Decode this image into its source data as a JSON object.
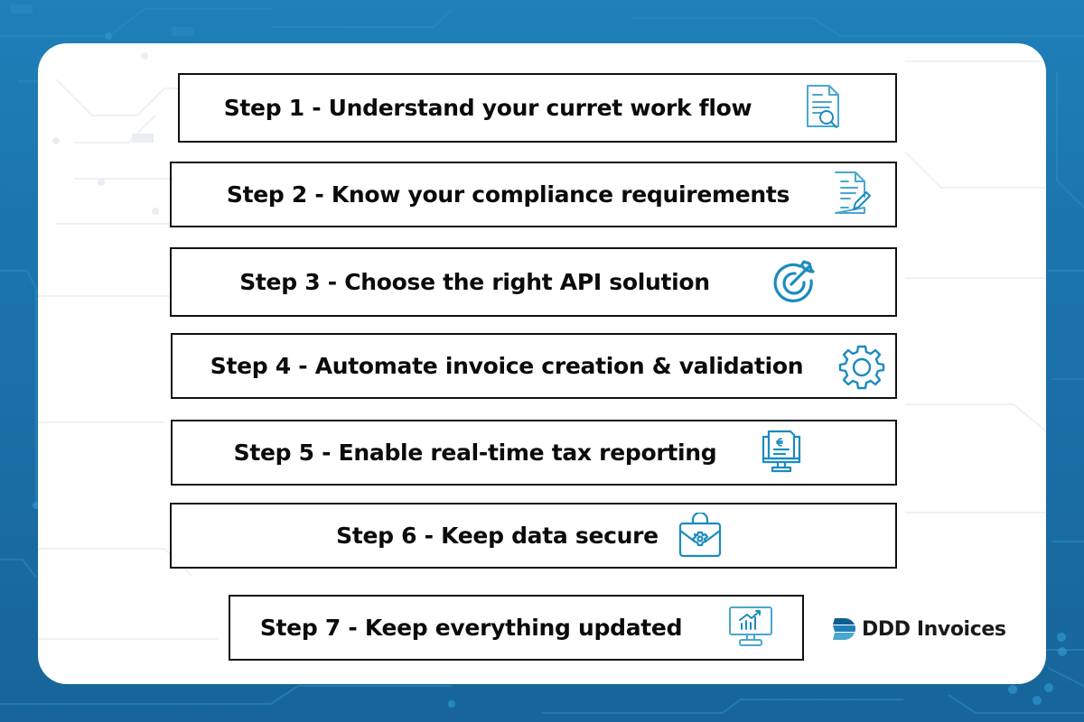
{
  "colors": {
    "background": "#1f7fb8",
    "card": "#ffffff",
    "box_border": "#111111",
    "text": "#0b0b0b",
    "icon": "#1b8bbf",
    "icon_light": "#4aa6cf"
  },
  "steps": [
    {
      "label": "Step 1 - Understand your curret work flow",
      "icon": "document-search-icon"
    },
    {
      "label": "Step 2 - Know your compliance requirements",
      "icon": "document-edit-icon"
    },
    {
      "label": "Step 3 - Choose the right API solution",
      "icon": "target-arrow-icon"
    },
    {
      "label": "Step 4 - Automate invoice creation & validation",
      "icon": "gear-icon"
    },
    {
      "label": "Step 5 - Enable real-time tax reporting",
      "icon": "monitor-invoice-icon"
    },
    {
      "label": "Step 6 - Keep data secure",
      "icon": "briefcase-gear-icon"
    },
    {
      "label": "Step 7 - Keep everything updated",
      "icon": "monitor-chart-icon"
    }
  ],
  "brand": {
    "name": "DDD Invoices",
    "logo_icon": "ddd-logo-icon"
  }
}
